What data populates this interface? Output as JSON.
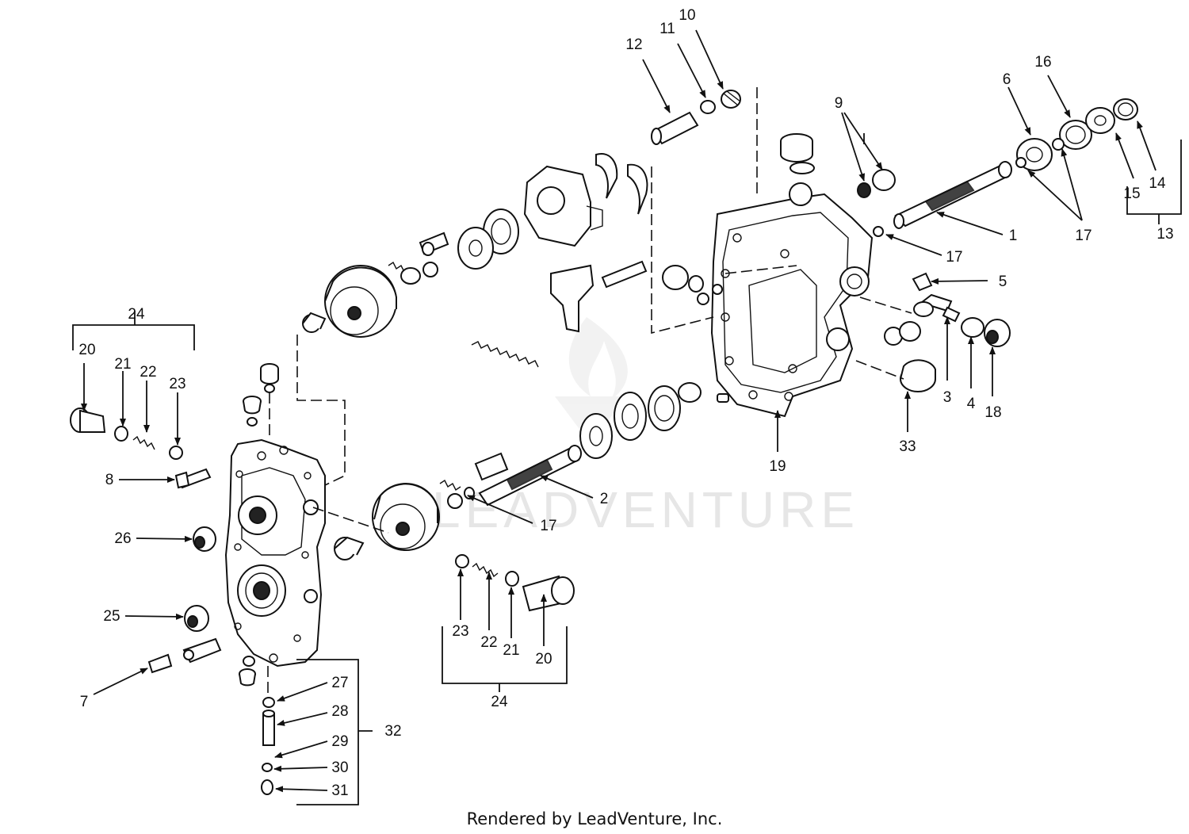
{
  "watermark": "LEADVENTURE",
  "footer": "Rendered by LeadVenture, Inc.",
  "callouts": [
    {
      "id": "c-10",
      "text": "10"
    },
    {
      "id": "c-11",
      "text": "11"
    },
    {
      "id": "c-12",
      "text": "12"
    },
    {
      "id": "c-9",
      "text": "9"
    },
    {
      "id": "c-6",
      "text": "6"
    },
    {
      "id": "c-16",
      "text": "16"
    },
    {
      "id": "c-1",
      "text": "1"
    },
    {
      "id": "c-17a",
      "text": "17"
    },
    {
      "id": "c-17b",
      "text": "17"
    },
    {
      "id": "c-15",
      "text": "15"
    },
    {
      "id": "c-14",
      "text": "14"
    },
    {
      "id": "c-13",
      "text": "13"
    },
    {
      "id": "c-5",
      "text": "5"
    },
    {
      "id": "c-3",
      "text": "3"
    },
    {
      "id": "c-4",
      "text": "4"
    },
    {
      "id": "c-18",
      "text": "18"
    },
    {
      "id": "c-33",
      "text": "33"
    },
    {
      "id": "c-19",
      "text": "19"
    },
    {
      "id": "c-2",
      "text": "2"
    },
    {
      "id": "c-17c",
      "text": "17"
    },
    {
      "id": "c-24a",
      "text": "24"
    },
    {
      "id": "c-20a",
      "text": "20"
    },
    {
      "id": "c-21a",
      "text": "21"
    },
    {
      "id": "c-22a",
      "text": "22"
    },
    {
      "id": "c-23a",
      "text": "23"
    },
    {
      "id": "c-8",
      "text": "8"
    },
    {
      "id": "c-26",
      "text": "26"
    },
    {
      "id": "c-25",
      "text": "25"
    },
    {
      "id": "c-7",
      "text": "7"
    },
    {
      "id": "c-23b",
      "text": "23"
    },
    {
      "id": "c-22b",
      "text": "22"
    },
    {
      "id": "c-21b",
      "text": "21"
    },
    {
      "id": "c-20b",
      "text": "20"
    },
    {
      "id": "c-24b",
      "text": "24"
    },
    {
      "id": "c-27",
      "text": "27"
    },
    {
      "id": "c-28",
      "text": "28"
    },
    {
      "id": "c-29",
      "text": "29"
    },
    {
      "id": "c-30",
      "text": "30"
    },
    {
      "id": "c-31",
      "text": "31"
    },
    {
      "id": "c-32",
      "text": "32"
    }
  ]
}
